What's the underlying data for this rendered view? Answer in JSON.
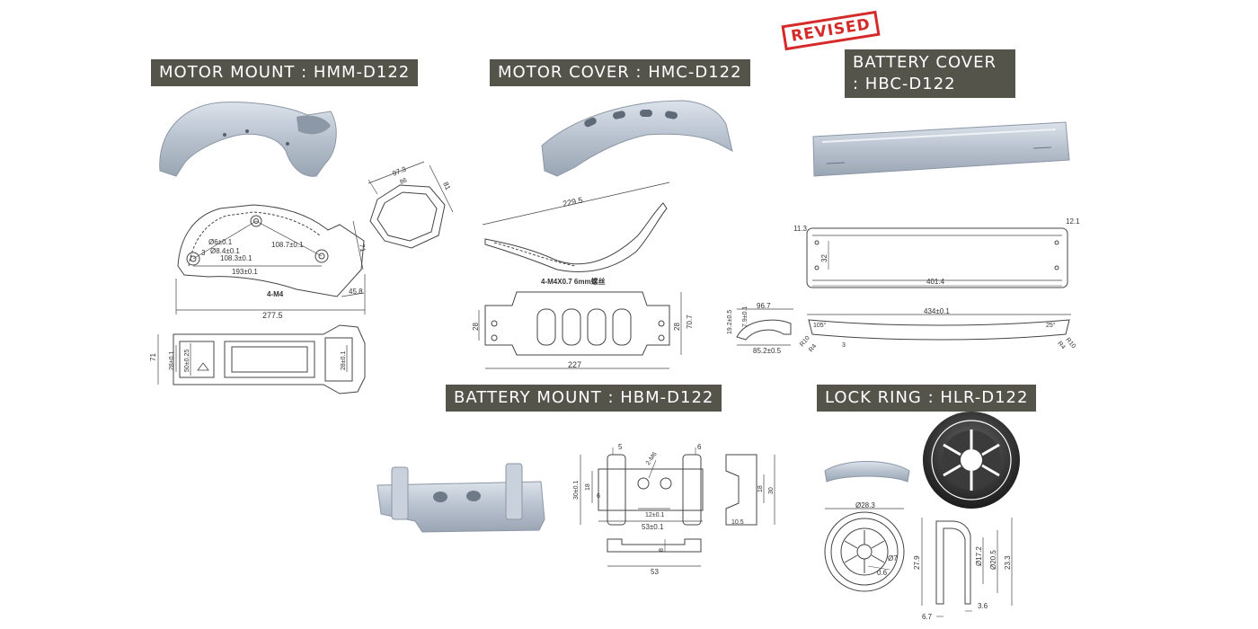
{
  "titles": {
    "motor_mount": "MOTOR MOUNT : HMM-D122",
    "motor_cover": "MOTOR COVER : HMC-D122",
    "battery_cover": "BATTERY COVER : HBC-D122",
    "battery_mount": "BATTERY MOUNT : HBM-D122",
    "lock_ring": "LOCK RING : HLR-D122"
  },
  "stamp": "REVISED",
  "dims": {
    "hmm": {
      "w97": "97.3",
      "w86": "86",
      "h81": "81",
      "h71": "71",
      "d1": "108.7±0.1",
      "d2": "108.3±0.1",
      "d3": "193±0.1",
      "dia1": "Ø6±0.1",
      "dia2": "Ø8.4±0.1",
      "m4": "4-M4",
      "c458": "45.8",
      "len": "277.5",
      "h71b": "71",
      "p28a": "28±0.1",
      "p50": "50±0.25",
      "p28b": "28±0.1",
      "hole3": "3"
    },
    "hmc": {
      "arc": "229.5",
      "note": "4-M4X0.7 6mm螺丝",
      "h28a": "28",
      "h28b": "28",
      "h707": "70.7",
      "len": "227",
      "w967": "96.7",
      "h192": "19.2±0.5",
      "h79": "7.9±0.1",
      "w852": "85.2±0.5"
    },
    "hbc": {
      "r113": "11.3",
      "r121": "12.1",
      "h32": "32",
      "l4014": "401.4",
      "l434": "434±0.1",
      "a105": "105°",
      "a25": "25°",
      "r10a": "R10",
      "r4a": "R4",
      "r10b": "R10",
      "r4b": "R4",
      "s3": "3"
    },
    "hbm": {
      "t5": "5",
      "t6": "6",
      "m6": "2-M6",
      "h30": "30±0.1",
      "h18": "18",
      "h6": "6",
      "w12": "12±0.1",
      "w53": "53±0.1",
      "h18b": "18",
      "h30b": "30",
      "d105": "10.5",
      "h8": "8",
      "w53b": "53"
    },
    "hlr": {
      "d283": "Ø28.3",
      "d7": "Ø7",
      "s06": "0.6",
      "h279": "27.9",
      "d172": "Ø17.2",
      "d205": "Ø20.5",
      "h233": "23.3",
      "s36": "3.6",
      "s67": "6.7"
    }
  },
  "colors": {
    "label_bg": "#55544a",
    "stamp": "#d42a2a",
    "part": "#b9c3d0"
  }
}
